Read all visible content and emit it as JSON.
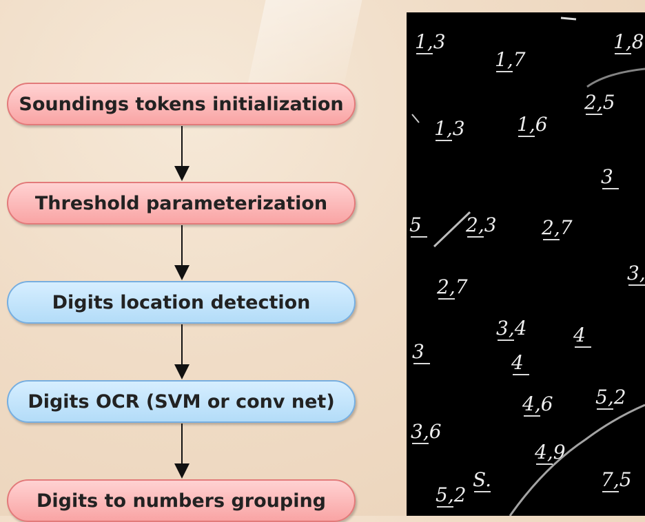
{
  "flowchart": {
    "steps": [
      {
        "label": "Soundings tokens initialization",
        "color": "red"
      },
      {
        "label": "Threshold parameterization",
        "color": "red"
      },
      {
        "label": "Digits location detection",
        "color": "blue"
      },
      {
        "label": "Digits OCR (SVM or conv net)",
        "color": "blue"
      },
      {
        "label": "Digits to numbers grouping",
        "color": "red"
      }
    ]
  },
  "map_image": {
    "soundings": [
      "1,3",
      "1,7",
      "1,8",
      "2,5",
      "1,3",
      "1,6",
      "3",
      "5",
      "2,3",
      "2,7",
      "2,7",
      "3,",
      "3,4",
      "4",
      "3",
      "4",
      "4,6",
      "5,2",
      "3,6",
      "4,9",
      "S.",
      "7,5",
      "5,2"
    ]
  }
}
